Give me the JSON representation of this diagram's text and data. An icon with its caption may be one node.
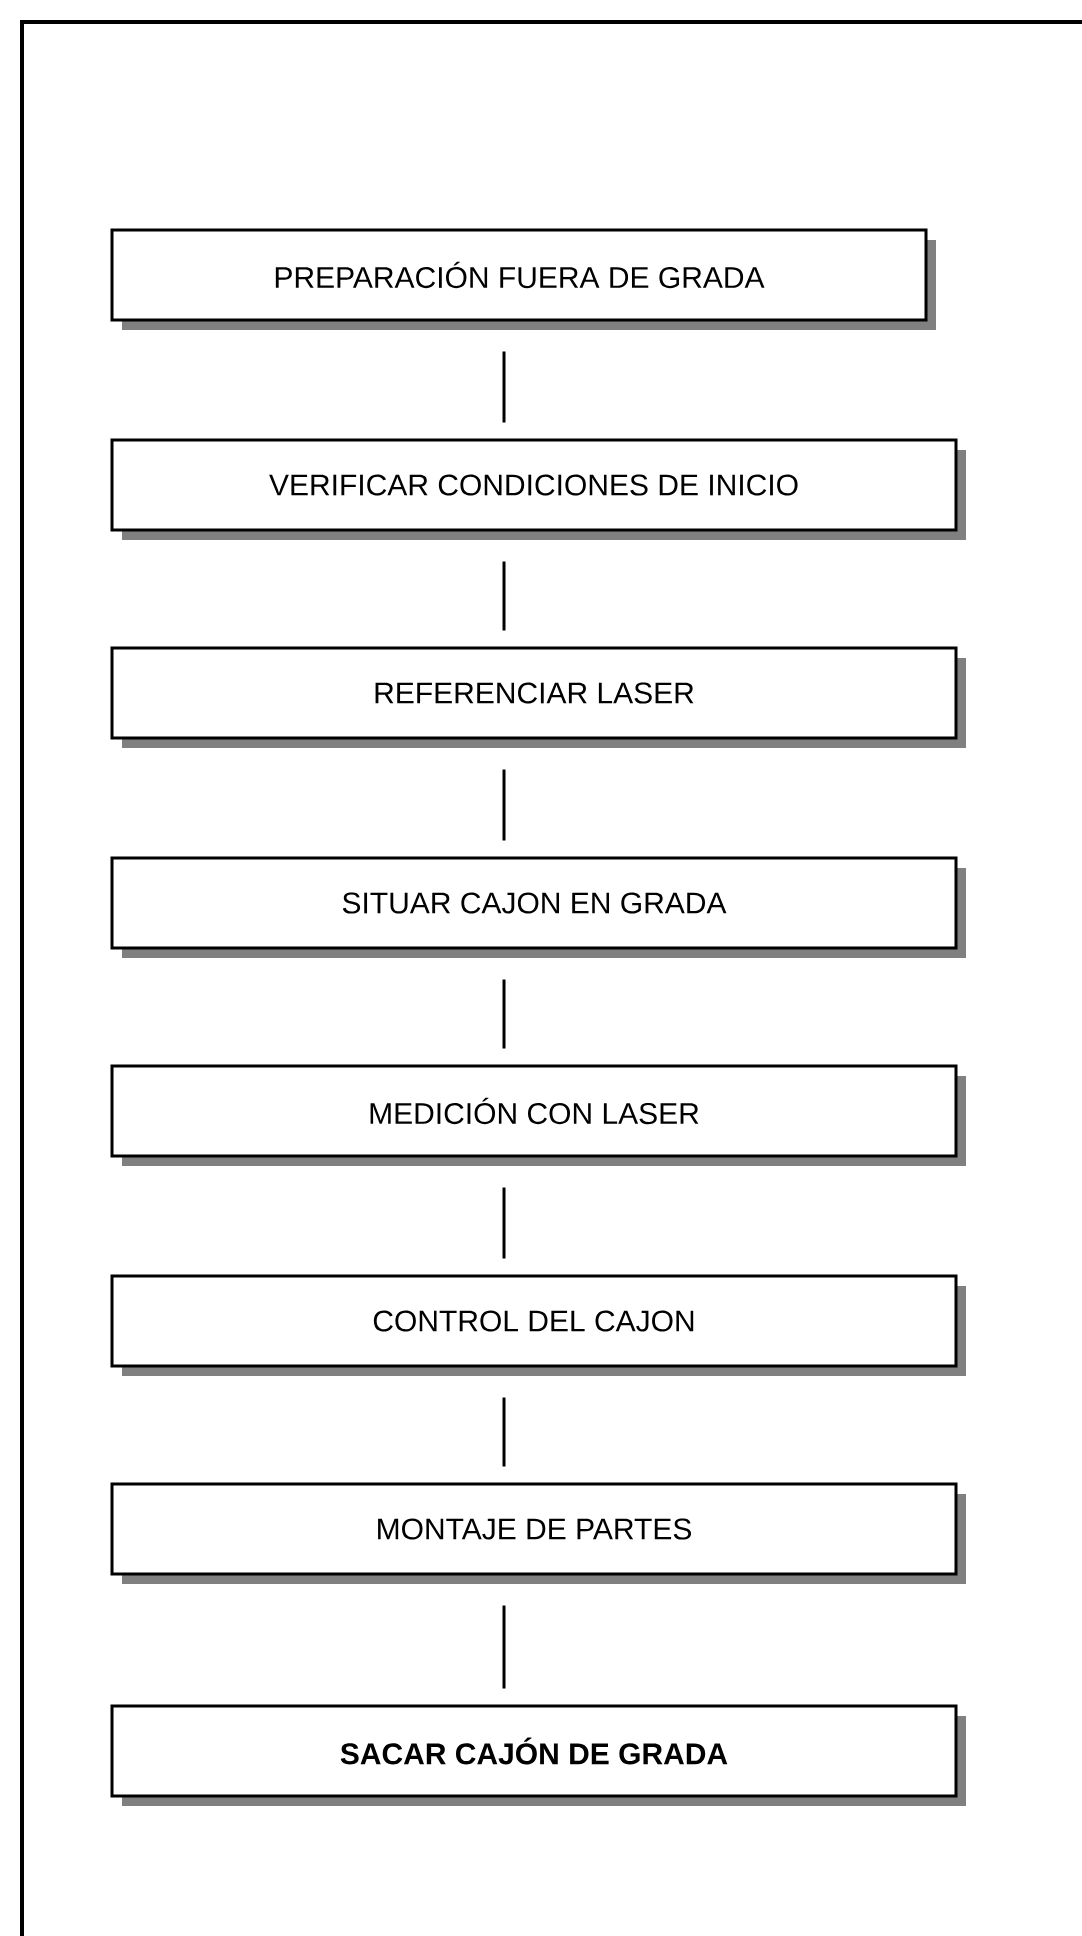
{
  "diagram": {
    "nodes": [
      {
        "text": [
          "PREPARACIÓN FUERA DE GRADA"
        ]
      },
      {
        "text": [
          "VERIFICAR CONDICIONES DE INICIO"
        ]
      },
      {
        "text": [
          "REFERENCIAR LASER"
        ]
      },
      {
        "text": [
          "SITUAR CAJON EN GRADA"
        ]
      },
      {
        "text": [
          "MEDICIÓN CON LASER"
        ]
      },
      {
        "text": [
          "CONTROL DEL CAJON"
        ]
      },
      {
        "text": [
          "MONTAJE DE PARTES"
        ]
      },
      {
        "text": [
          "SACAR CAJÓN DE GRADA"
        ]
      }
    ],
    "edges": [
      {
        "from": 0,
        "to": 1,
        "arrow": "none"
      },
      {
        "from": 1,
        "to": 2,
        "arrow": "none"
      },
      {
        "from": 2,
        "to": 3,
        "arrow": "none"
      },
      {
        "from": 3,
        "to": 4,
        "arrow": "none"
      },
      {
        "from": 4,
        "to": 5,
        "arrow": "none"
      },
      {
        "from": 5,
        "to": 6,
        "arrow": "none"
      },
      {
        "from": 6,
        "to": 7,
        "arrow": "none"
      }
    ]
  }
}
